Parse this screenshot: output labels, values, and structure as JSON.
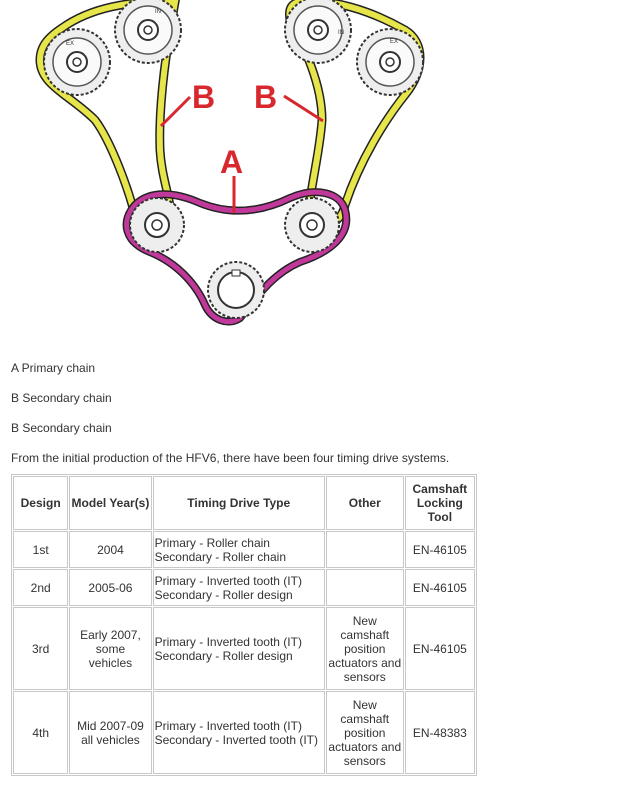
{
  "diagram": {
    "labels": {
      "a": "A",
      "b_left": "B",
      "b_right": "B"
    },
    "sprocket_marks": {
      "left_top": "EX",
      "left_mid": "IN",
      "right_mid": "IN",
      "right_top": "EX"
    },
    "colors": {
      "primary_chain": "#c0399a",
      "secondary_chain": "#e6e64a",
      "label_red": "#d9272e"
    }
  },
  "legend": [
    "A  Primary chain",
    "B  Secondary chain",
    "B  Secondary chain"
  ],
  "intro": "From the initial production of the HFV6, there have been four timing drive systems.",
  "table": {
    "headers": [
      "Design",
      "Model Year(s)",
      "Timing Drive Type",
      "Other",
      "Camshaft Locking Tool"
    ],
    "rows": [
      {
        "design": "1st",
        "year": [
          "2004"
        ],
        "drive": [
          "Primary - Roller chain",
          "Secondary - Roller chain"
        ],
        "other": [],
        "tool": "EN-46105"
      },
      {
        "design": "2nd",
        "year": [
          "2005-06"
        ],
        "drive": [
          "Primary - Inverted tooth (IT)",
          "Secondary - Roller design"
        ],
        "other": [],
        "tool": "EN-46105"
      },
      {
        "design": "3rd",
        "year": [
          "Early 2007,",
          "some",
          "vehicles"
        ],
        "drive": [
          "Primary - Inverted tooth (IT)",
          "Secondary - Roller design"
        ],
        "other": [
          "New",
          "camshaft",
          "position",
          "actuators and",
          "sensors"
        ],
        "tool": "EN-46105"
      },
      {
        "design": "4th",
        "year": [
          "Mid 2007-09",
          "all vehicles"
        ],
        "drive": [
          "Primary - Inverted tooth (IT)",
          "Secondary - Inverted tooth (IT)"
        ],
        "other": [
          "New",
          "camshaft",
          "position",
          "actuators and",
          "sensors"
        ],
        "tool": "EN-48383"
      }
    ]
  }
}
